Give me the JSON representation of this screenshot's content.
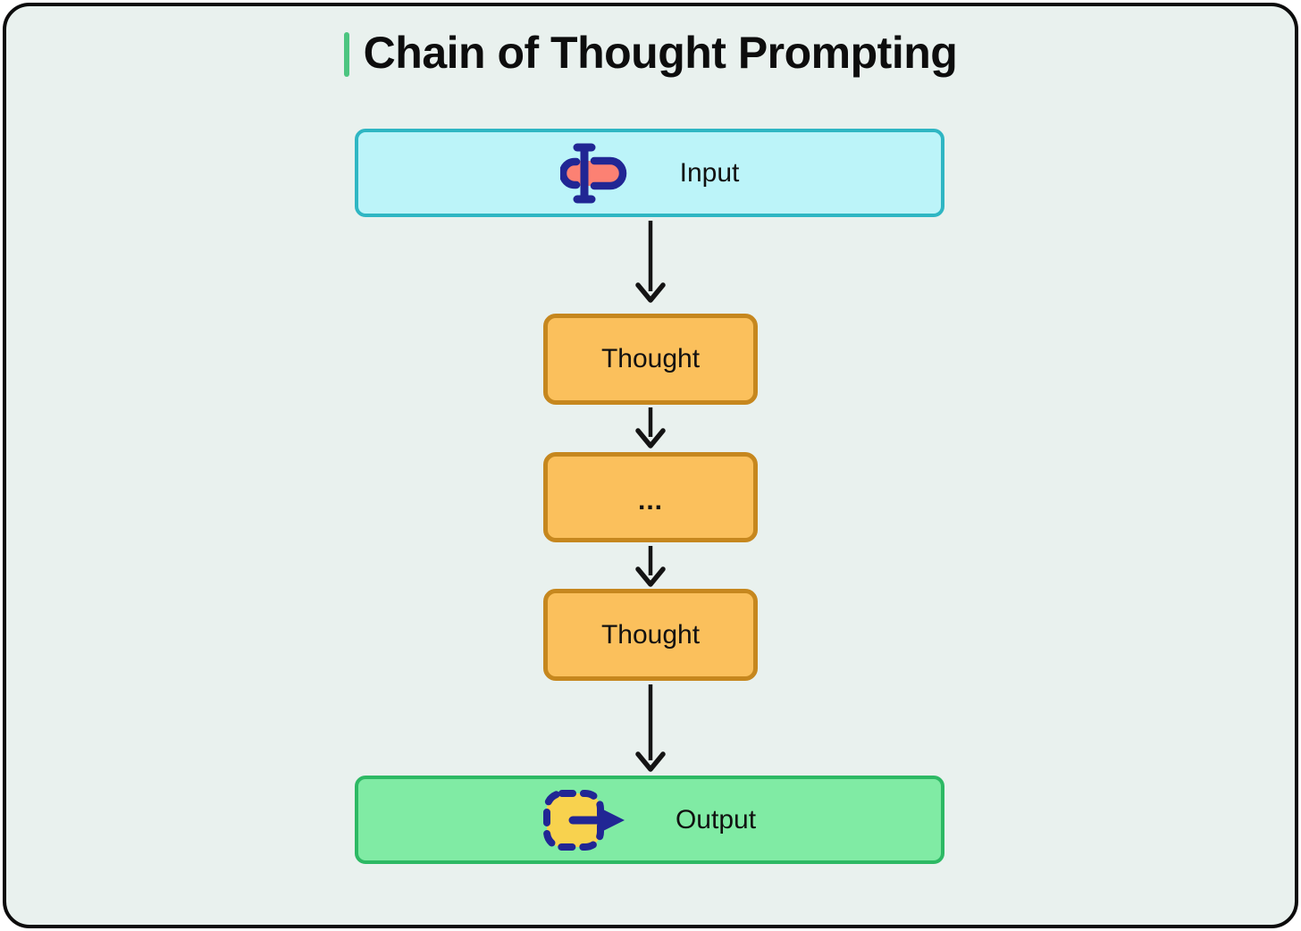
{
  "title": {
    "text": "Chain of Thought Prompting"
  },
  "diagram": {
    "nodes": {
      "input": {
        "label": "Input",
        "icon": "text-input-cursor-icon"
      },
      "thought1": {
        "label": "Thought"
      },
      "ellipsis": {
        "label": "..."
      },
      "thought2": {
        "label": "Thought"
      },
      "output": {
        "label": "Output",
        "icon": "export-output-icon"
      }
    },
    "flow": [
      "Input",
      "Thought",
      "...",
      "Thought",
      "Output"
    ]
  },
  "colors": {
    "page_background": "#ffffff",
    "canvas_background": "#e9f1ee",
    "frame_border": "#0c0c0c",
    "title_accent_bar": "#4cc580",
    "title_text": "#0d0d0d",
    "input_fill": "#bcf4f9",
    "input_border": "#2fb6c3",
    "thought_fill": "#fbc05c",
    "thought_border": "#c6871e",
    "output_fill": "#80eba4",
    "output_border": "#2db964",
    "arrow": "#141414",
    "icon_navy": "#212694",
    "icon_coral": "#fc8173",
    "icon_yellow": "#f8d24e",
    "label_text": "#111111"
  }
}
